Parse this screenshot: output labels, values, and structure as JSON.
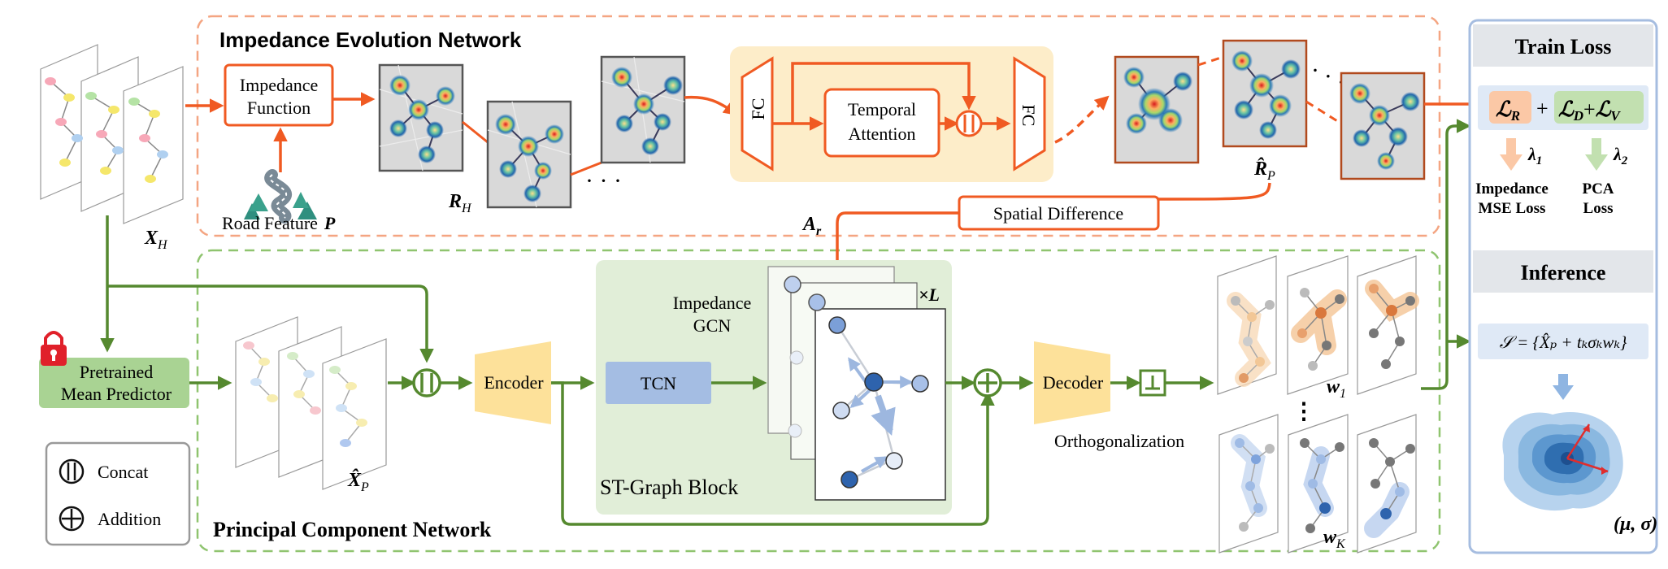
{
  "impedance_network": {
    "title": "Impedance Evolution Network",
    "impedance_function": [
      "Impedance",
      "Function"
    ],
    "road_feature": "Road Feature",
    "road_feature_symbol": "P",
    "r_h": "R",
    "r_h_sub": "H",
    "fc": "FC",
    "temporal_attention": [
      "Temporal",
      "Attention"
    ],
    "r_p": "R̂",
    "r_p_sub": "P",
    "spatial_difference": "Spatial Difference",
    "a_r": "A",
    "a_r_sub": "r"
  },
  "inputs": {
    "x_h": "X",
    "x_h_sub": "H"
  },
  "principal_network": {
    "title": "Principal Component Network",
    "pretrained": [
      "Pretrained",
      "Mean Predictor"
    ],
    "x_p": "X̂",
    "x_p_sub": "P",
    "encoder": "Encoder",
    "tcn": "TCN",
    "gcn": [
      "Impedance",
      "GCN"
    ],
    "st_block": "ST-Graph Block",
    "times_l": "×L",
    "decoder": "Decoder",
    "orthogonalization": "Orthogonalization",
    "w1": "w",
    "w1_sub": "1",
    "wk": "w",
    "wk_sub": "K",
    "dots": "⋮"
  },
  "legend": {
    "concat": "Concat",
    "addition": "Addition"
  },
  "train_loss": {
    "title": "Train Loss",
    "l_r": "ℒ",
    "l_r_sub": "R",
    "plus": "+",
    "l_d": "ℒ",
    "l_d_sub": "D",
    "l_v": "ℒ",
    "l_v_sub": "V",
    "lambda1": "λ",
    "lambda1_sub": "1",
    "lambda2": "λ",
    "lambda2_sub": "2",
    "impedance_loss": [
      "Impedance",
      "MSE Loss"
    ],
    "pca_loss": [
      "PCA",
      "Loss"
    ]
  },
  "inference": {
    "title": "Inference",
    "formula": "𝒮 = {X̂ₚ + tₖσₖwₖ}",
    "mu_sigma": "(μ, σ)"
  },
  "colors": {
    "orange": "#f05a22",
    "green": "#55892f",
    "blue_panel": "#8aa7cf",
    "yellow": "#fde19a"
  }
}
